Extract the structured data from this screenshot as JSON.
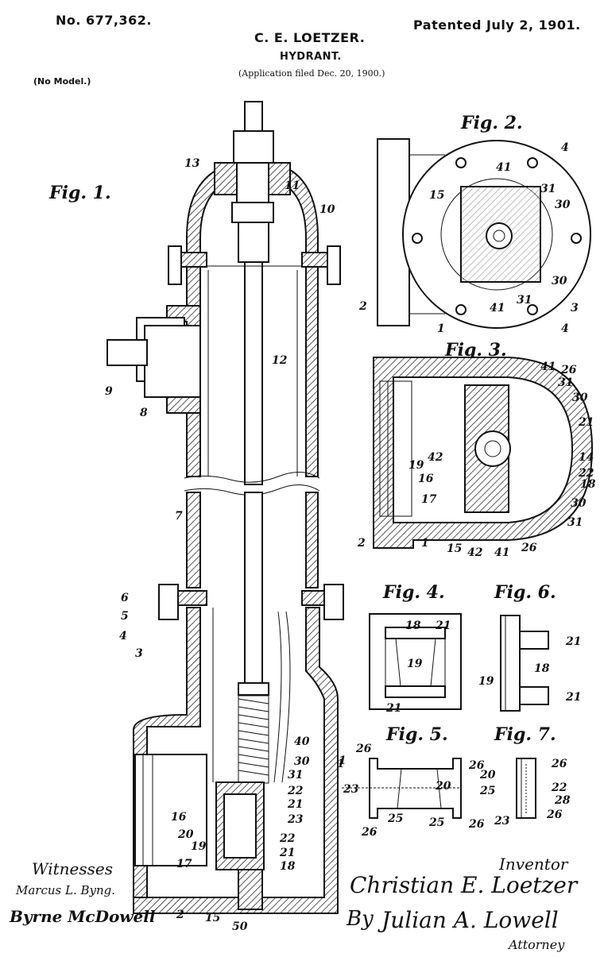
{
  "header": {
    "patent_no": "No. 677,362.",
    "patented": "Patented July 2, 1901.",
    "inventor_name": "C. E. LOETZER.",
    "title": "HYDRANT.",
    "application": "(Application filed Dec. 20, 1900.)",
    "model": "(No Model.)"
  },
  "figures": {
    "fig1": "Fig. 1.",
    "fig2": "Fig. 2.",
    "fig3": "Fig. 3.",
    "fig4": "Fig. 4.",
    "fig5": "Fig. 5.",
    "fig6": "Fig. 6.",
    "fig7": "Fig. 7."
  },
  "fig1_labels": {
    "l13": "13",
    "l11": "11",
    "l10": "10",
    "l12": "12",
    "l9": "9",
    "l8": "8",
    "l7": "7",
    "l6": "6",
    "l5": "5",
    "l4": "4",
    "l3": "3",
    "l40": "40",
    "l30": "30",
    "l31": "31",
    "l22a": "22",
    "l21a": "21",
    "l23": "23",
    "l16": "16",
    "l20": "20",
    "l19": "19",
    "l22b": "22",
    "l21b": "21",
    "l17": "17",
    "l18": "18",
    "l1": "1",
    "l2": "2",
    "l15": "15",
    "l50": "50"
  },
  "fig2_labels": {
    "l4a": "4",
    "l41a": "41",
    "l31a": "31",
    "l30a": "30",
    "l15": "15",
    "l30b": "30",
    "l41b": "41",
    "l31b": "31",
    "l3": "3",
    "l4b": "4",
    "l2": "2",
    "l1": "1"
  },
  "fig3_labels": {
    "l41": "41",
    "l26a": "26",
    "l31a": "31",
    "l30a": "30",
    "l21": "21",
    "l42a": "42",
    "l14": "14",
    "l19": "19",
    "l22": "22",
    "l18": "18",
    "l16": "16",
    "l17": "17",
    "l30b": "30",
    "l31b": "31",
    "l2": "2",
    "l1": "1",
    "l15": "15",
    "l42b": "42",
    "l41b": "41",
    "l26b": "26"
  },
  "fig4_labels": {
    "l18": "18",
    "l21a": "21",
    "l19": "19",
    "l21b": "21"
  },
  "fig5_labels": {
    "l26a": "26",
    "l26b": "26",
    "l23": "23",
    "l20": "20",
    "l25a": "25",
    "l25b": "25",
    "l26c": "26",
    "l26d": "26",
    "l1": "1"
  },
  "fig6_labels": {
    "l21a": "21",
    "l18": "18",
    "l19": "19",
    "l21b": "21"
  },
  "fig7_labels": {
    "l26a": "26",
    "l20": "20",
    "l22": "22",
    "l25": "25",
    "l28": "28",
    "l23": "23",
    "l26b": "26"
  },
  "footer": {
    "witnesses": "Witnesses",
    "witness1": "Marcus L. Byng.",
    "witness2": "Byrne McDowell",
    "inventor_label": "Inventor",
    "inventor_sig": "Christian E. Loetzer",
    "by": "By",
    "attorney_sig": "Julian A. Lowell",
    "attorney": "Attorney"
  }
}
